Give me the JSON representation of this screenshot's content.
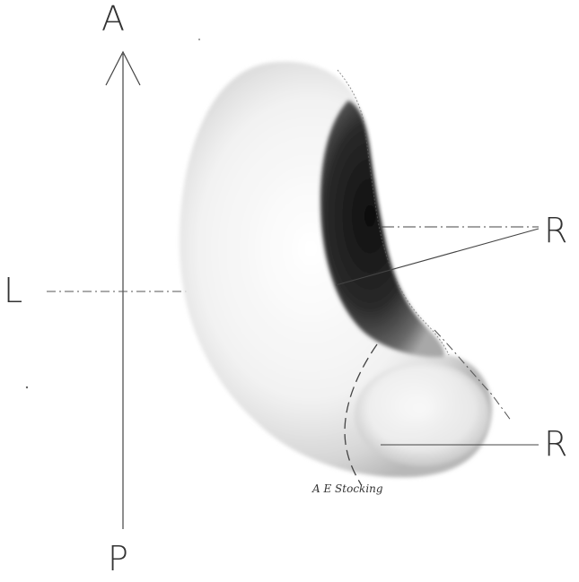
{
  "labels": {
    "anterior": "A",
    "posterior": "P",
    "left": "L",
    "right_upper": "R",
    "right_lower": "R"
  },
  "signature": "A E Stocking",
  "colors": {
    "ink": "#333333",
    "organ_light": "#f2f2f2",
    "organ_mid": "#c8c8c8",
    "hilum_dark": "#1a1a1a"
  }
}
